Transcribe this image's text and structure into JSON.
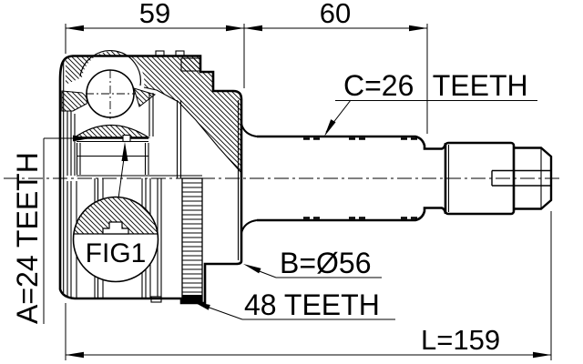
{
  "drawing": {
    "dim_width_left": "59",
    "dim_width_right": "60",
    "dim_length": "L=159",
    "label_a": "A=24 TEETH",
    "label_b": "B=Ø56",
    "label_c": "C=26 TEETH",
    "label_ring": "48 TEETH",
    "balloon_label": "FIG1",
    "colors": {
      "line": "#000000",
      "background": "#ffffff"
    }
  }
}
